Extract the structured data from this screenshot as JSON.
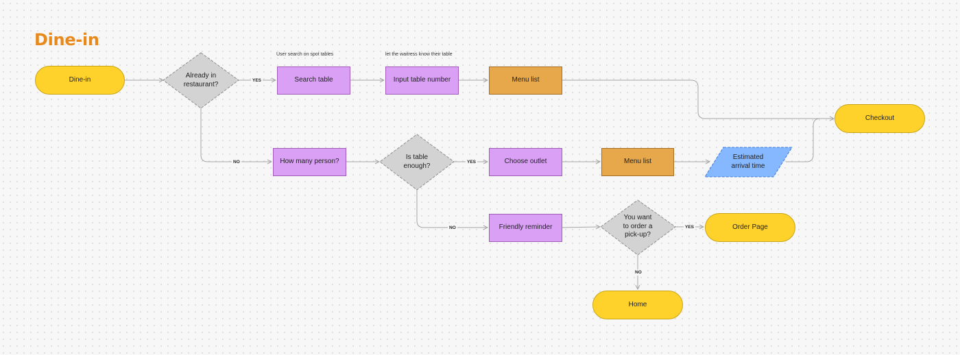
{
  "title": "Dine-in",
  "annotations": {
    "search_note": "User search on spot tables",
    "input_note": "let the waitress know their table"
  },
  "nodes": {
    "start": "Dine-in",
    "already_in_restaurant": "Already in\nrestaurant?",
    "search_table": "Search table",
    "input_table_number": "Input table number",
    "menu_list_top": "Menu list",
    "checkout": "Checkout",
    "how_many_person": "How many person?",
    "is_table_enough": "Is table\nenough?",
    "choose_outlet": "Choose outlet",
    "menu_list_mid": "Menu list",
    "estimated_arrival": "Estimated\narrival time",
    "friendly_reminder": "Friendly reminder",
    "order_pickup": "You want\nto order a\npick-up?",
    "order_page": "Order Page",
    "home": "Home"
  },
  "edge_labels": {
    "yes_1": "YES",
    "no_1": "NO",
    "yes_2": "YES",
    "no_2": "NO",
    "yes_3": "YES",
    "no_3": "NO"
  },
  "colors": {
    "terminal": "#ffd22b",
    "process": "#d9a0f5",
    "menu": "#e6a84b",
    "decision": "#d3d3d3",
    "data": "#86b8ff",
    "title": "#e8891c"
  }
}
